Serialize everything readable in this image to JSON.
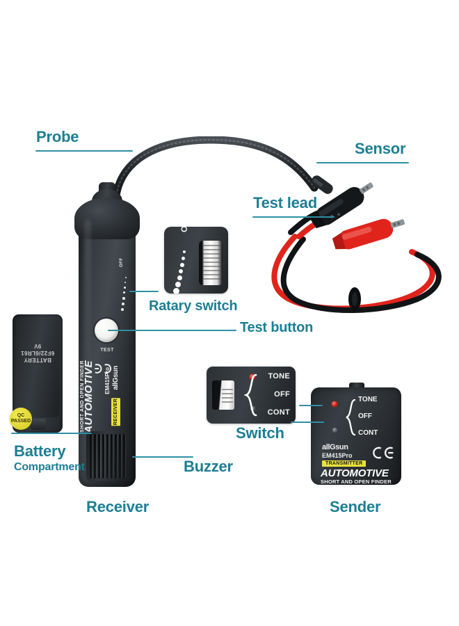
{
  "diagram": {
    "title": "all-sun EM415Pro Automotive Short and Open Finder - labeled parts diagram",
    "accent_color": "#2e8fa3",
    "label_color": "#1b7f93",
    "background_color": "#ffffff"
  },
  "callouts": {
    "probe": "Probe",
    "sensor": "Sensor",
    "test_lead": "Test lead",
    "rotary_switch": "Ratary switch",
    "test_button": "Test button",
    "battery_line1": "Battery",
    "battery_line2": "Compartment",
    "buzzer": "Buzzer",
    "switch": "Switch",
    "receiver": "Receiver",
    "sender": "Sender"
  },
  "receiver_unit": {
    "test_button_text": "TEST",
    "product_line1": "AUTOMOTIVE",
    "product_line2": "SHORT AND OPEN FINDER",
    "brand": "allGsun",
    "model": "EM415Pro",
    "role_badge": "RECEIVER",
    "role_badge_color": "#e8e23c",
    "ce_mark": "CE",
    "rotary_off_text": "OFF",
    "rotary_dot_count": 7
  },
  "battery_cover": {
    "text_line1": "BATTERY",
    "text_line2": "6F22/6LR61 9V",
    "qc_line1": "QC",
    "qc_line2": "PASSED",
    "qc_color": "#e0d42f"
  },
  "inset_rotary": {
    "off_text": "OFF",
    "dot_count": 7,
    "wheel_ridges": 9
  },
  "inset_switch": {
    "positions": [
      "TONE",
      "OFF",
      "CONT"
    ],
    "led_on_color": "#cc1a10",
    "led_off_color": "#4c5358"
  },
  "sender_unit": {
    "positions": [
      "TONE",
      "OFF",
      "CONT"
    ],
    "brand": "allGsun",
    "model": "EM415Pro",
    "role_badge": "TRANSMITTER",
    "role_badge_color": "#e8e23c",
    "product_line1": "AUTOMOTIVE",
    "product_line2": "SHORT AND OPEN FINDER",
    "ce_mark": "CE"
  },
  "test_lead": {
    "clip_colors": [
      "#111417",
      "#e0241c"
    ],
    "wire_colors": [
      "#111417",
      "#e0241c"
    ],
    "clip_count": 2
  }
}
